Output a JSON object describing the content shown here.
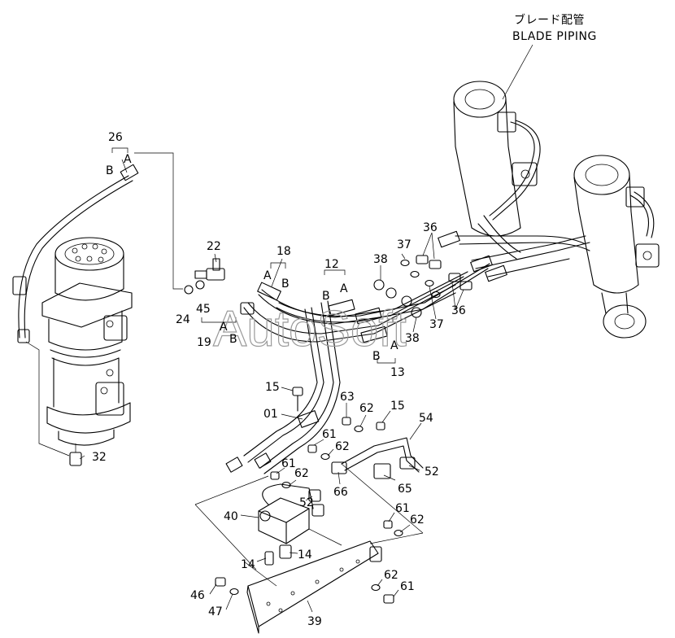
{
  "caption": {
    "jp": "ブレード配管",
    "en": "BLADE PIPING"
  },
  "watermark": "AutoSoft",
  "callouts": [
    {
      "id": "c26",
      "text": "26"
    },
    {
      "id": "c26b",
      "text": "B"
    },
    {
      "id": "c26a",
      "text": "A"
    },
    {
      "id": "c22",
      "text": "22"
    },
    {
      "id": "c24",
      "text": "24"
    },
    {
      "id": "c45",
      "text": "45"
    },
    {
      "id": "c19",
      "text": "19"
    },
    {
      "id": "c19a",
      "text": "A"
    },
    {
      "id": "c19b",
      "text": "B"
    },
    {
      "id": "c18",
      "text": "18"
    },
    {
      "id": "c18a",
      "text": "A"
    },
    {
      "id": "c18b",
      "text": "B"
    },
    {
      "id": "c12",
      "text": "12"
    },
    {
      "id": "c12b",
      "text": "B"
    },
    {
      "id": "c12a",
      "text": "A"
    },
    {
      "id": "c38t",
      "text": "38"
    },
    {
      "id": "c37t",
      "text": "37"
    },
    {
      "id": "c36t",
      "text": "36"
    },
    {
      "id": "c36b",
      "text": "36"
    },
    {
      "id": "c37b",
      "text": "37"
    },
    {
      "id": "c38b",
      "text": "38"
    },
    {
      "id": "c13b",
      "text": "B"
    },
    {
      "id": "c13a",
      "text": "A"
    },
    {
      "id": "c13",
      "text": "13"
    },
    {
      "id": "c15a",
      "text": "15"
    },
    {
      "id": "c01",
      "text": "01"
    },
    {
      "id": "c63",
      "text": "63"
    },
    {
      "id": "c62a",
      "text": "62"
    },
    {
      "id": "c15b",
      "text": "15"
    },
    {
      "id": "c54",
      "text": "54"
    },
    {
      "id": "c61a",
      "text": "61"
    },
    {
      "id": "c62b",
      "text": "62"
    },
    {
      "id": "c61b",
      "text": "61"
    },
    {
      "id": "c62c",
      "text": "62"
    },
    {
      "id": "c52a",
      "text": "52"
    },
    {
      "id": "c52b",
      "text": "52"
    },
    {
      "id": "c66",
      "text": "66"
    },
    {
      "id": "c65",
      "text": "65"
    },
    {
      "id": "c32",
      "text": "32"
    },
    {
      "id": "c40",
      "text": "40"
    },
    {
      "id": "c61c",
      "text": "61"
    },
    {
      "id": "c62d",
      "text": "62"
    },
    {
      "id": "c14a",
      "text": "14"
    },
    {
      "id": "c14b",
      "text": "14"
    },
    {
      "id": "c46",
      "text": "46"
    },
    {
      "id": "c47",
      "text": "47"
    },
    {
      "id": "c62e",
      "text": "62"
    },
    {
      "id": "c61d",
      "text": "61"
    },
    {
      "id": "c39",
      "text": "39"
    }
  ]
}
